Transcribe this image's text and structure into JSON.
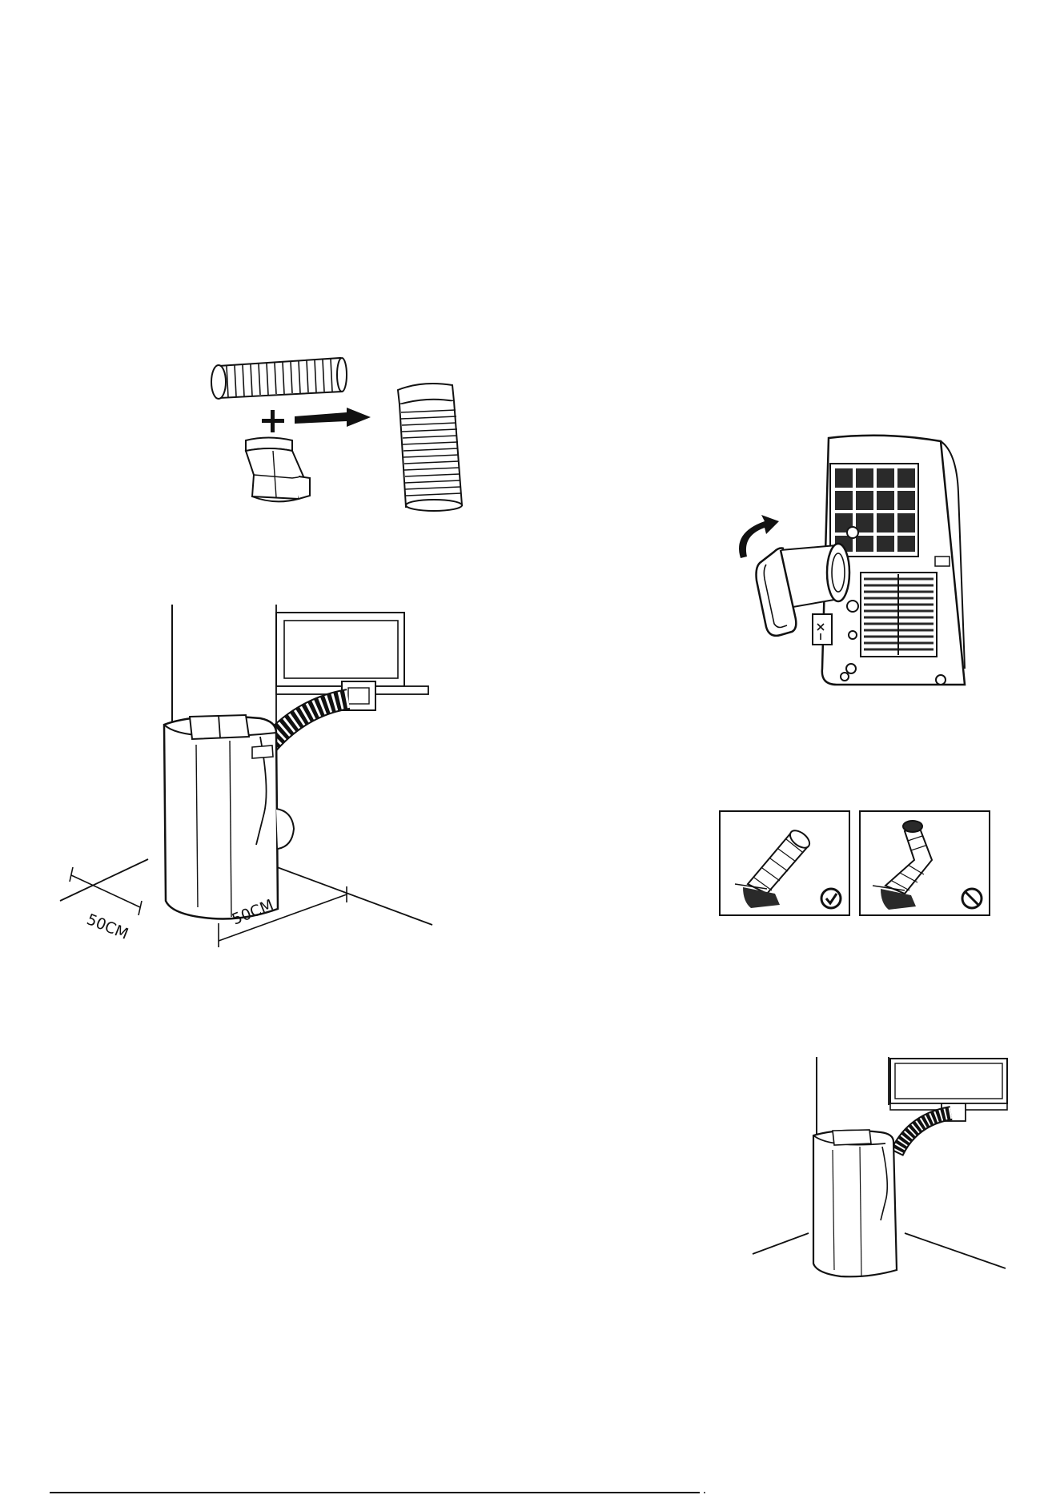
{
  "illustrations": {
    "hose_assembly": {
      "icon": "hose-plus-adapter-equals-assembled-hose"
    },
    "unit_rear_adapter": {
      "icon": "portable-ac-rear-with-rotating-adapter"
    },
    "installation_clearance": {
      "left_clearance": "50CM",
      "right_clearance": "50CM"
    },
    "hose_bend_guidance": {
      "correct_icon": "check-circle-icon",
      "wrong_icon": "prohibited-circle-icon"
    },
    "installed_unit": {
      "icon": "portable-ac-installed-at-window"
    }
  },
  "colors": {
    "line": "#111111",
    "background": "#ffffff",
    "grill": "#2a2a2a"
  }
}
